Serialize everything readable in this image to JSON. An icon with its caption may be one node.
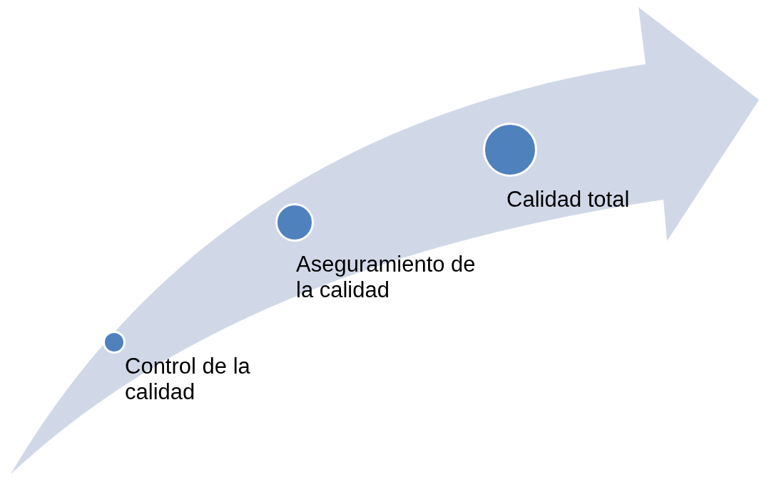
{
  "diagram": {
    "nodes": [
      {
        "text": [
          "Control de la calidad"
        ]
      },
      {
        "text": [
          "Aseguramiento de la calidad"
        ]
      },
      {
        "text": [
          "Calidad total"
        ]
      }
    ]
  }
}
